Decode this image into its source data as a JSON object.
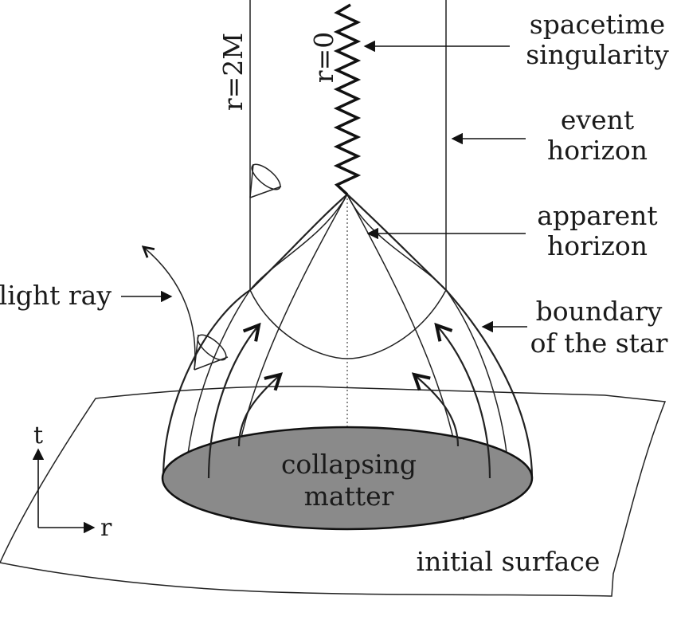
{
  "labels": {
    "singularity_line1": "spacetime",
    "singularity_line2": "singularity",
    "event_horizon_line1": "event",
    "event_horizon_line2": "horizon",
    "apparent_horizon_line1": "apparent",
    "apparent_horizon_line2": "horizon",
    "boundary_line1": "boundary",
    "boundary_line2": "of the star",
    "light_ray": "light ray",
    "r_2m": "r=2M",
    "r_0": "r=0",
    "collapsing_line1": "collapsing",
    "collapsing_line2": "matter",
    "initial_surface": "initial surface",
    "axis_t": "t",
    "axis_r": "r"
  },
  "colors": {
    "matter_fill": "#8a8a8a",
    "ink": "#1a1a1a"
  }
}
